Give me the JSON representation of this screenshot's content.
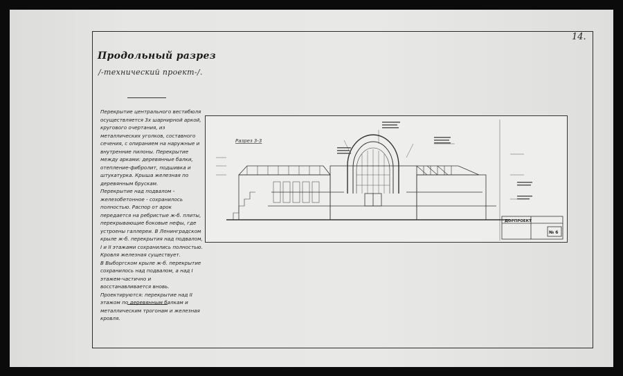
{
  "page": {
    "number": "14.",
    "title": "Продольный разрез",
    "subtitle": "/-технический проект-/."
  },
  "description_text": [
    "Перекрытие центрального вестибюля осуществляется 3х шарнирной аркой, кругового очертания, из металлических уголков, составного сечения, с опиранием на наружные и внутренние пилоны. Перекрытие между арками: деревянные балки, отепление-фибролит, подшивка и штукатурка. Крыша железная по деревянным брускам.",
    "Перекрытие над подвалом - железобетонное - сохранилось полностью. Распор от арок передается на ребристые ж-б. плиты, перекрывающие боковые нефы, где устроены галлереи. В Ленинградском крыле ж-б. перекрытия над подвалом, I и II этажами сохранились полностью.",
    "Кровля железная существует.",
    "В Выборгском крыле ж-б. перекрытие сохранилось над подвалом, а над I этажем-частично и восстанавливается вновь.",
    "Проектируются: перекрытие над II этажом по деревянным балкам и металлическим трогонам и железная кровля."
  ],
  "drawing": {
    "section_label": "Разрез 3-3",
    "title_block_org": "ДОРПРОЕКТ",
    "sheet_number": "№ 6"
  }
}
